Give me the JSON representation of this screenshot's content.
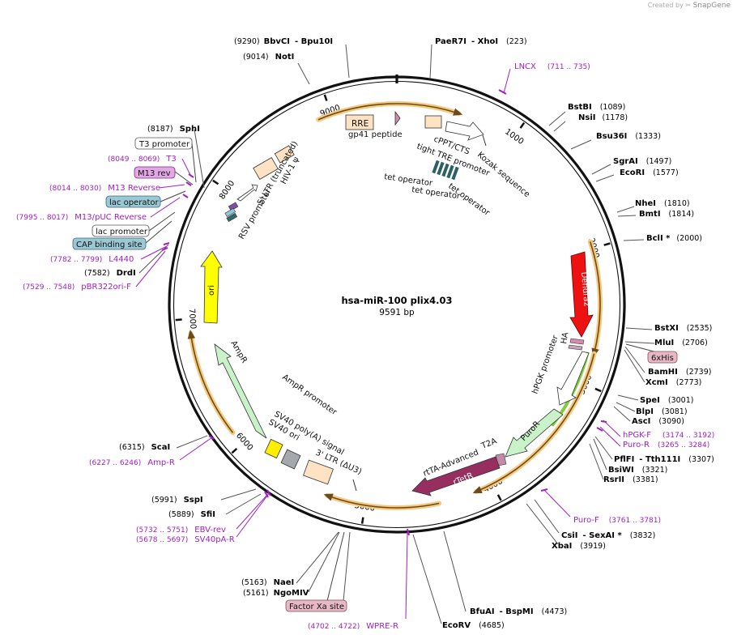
{
  "credit": {
    "prefix": "Created by",
    "brand": "SnapGene"
  },
  "plasmid": {
    "name": "hsa-miR-100 plix4.03",
    "size": "9591 bp"
  },
  "colors": {
    "backbone": "#111111",
    "enzyme": "#000000",
    "primer": "#a020c0",
    "orf_halo": "#f7c97d"
  },
  "ticks": [
    {
      "label": "1000",
      "deg": 35
    },
    {
      "label": "2000",
      "deg": 74
    },
    {
      "label": "3000",
      "deg": 113
    },
    {
      "label": "4000",
      "deg": 152
    },
    {
      "label": "5000",
      "deg": 189
    },
    {
      "label": "6000",
      "deg": 228
    },
    {
      "label": "7000",
      "deg": 266
    },
    {
      "label": "8000",
      "deg": 304
    },
    {
      "label": "9000",
      "deg": 341
    }
  ],
  "enzymes": [
    {
      "name": "BbvCI",
      "name2": "Bpu10I",
      "pos": "(9290)",
      "pre": true
    },
    {
      "name": "NotI",
      "pos": "(9014)",
      "pre": true
    },
    {
      "name": "PaeR7I",
      "name2": "XhoI",
      "pos": "(223)"
    },
    {
      "name": "BstBI",
      "pos": "(1089)"
    },
    {
      "name": "NsiI",
      "pos": "(1178)"
    },
    {
      "name": "Bsu36I",
      "pos": "(1333)"
    },
    {
      "name": "SgrAI",
      "pos": "(1497)"
    },
    {
      "name": "EcoRI",
      "pos": "(1577)"
    },
    {
      "name": "NheI",
      "pos": "(1810)"
    },
    {
      "name": "BmtI",
      "pos": "(1814)"
    },
    {
      "name": "BclI *",
      "pos": "(2000)"
    },
    {
      "name": "BstXI",
      "pos": "(2535)"
    },
    {
      "name": "MluI",
      "pos": "(2706)"
    },
    {
      "name": "BamHI",
      "pos": "(2739)"
    },
    {
      "name": "XcmI",
      "pos": "(2773)"
    },
    {
      "name": "SpeI",
      "pos": "(3001)"
    },
    {
      "name": "BlpI",
      "pos": "(3081)"
    },
    {
      "name": "AscI",
      "pos": "(3090)"
    },
    {
      "name": "PflFI",
      "name2": "Tth111I",
      "pos": "(3307)"
    },
    {
      "name": "BsiWI",
      "pos": "(3321)"
    },
    {
      "name": "RsrII",
      "pos": "(3381)"
    },
    {
      "name": "CsiI",
      "name2": "SexAI *",
      "pos": "(3832)"
    },
    {
      "name": "XbaI",
      "pos": "(3919)"
    },
    {
      "name": "BfuAI",
      "name2": "BspMI",
      "pos": "(4473)"
    },
    {
      "name": "EcoRV",
      "pos": "(4685)"
    },
    {
      "name": "NaeI",
      "pos": "(5163)",
      "pre": true
    },
    {
      "name": "NgoMIV",
      "pos": "(5161)",
      "pre": true
    },
    {
      "name": "SfiI",
      "pos": "(5889)",
      "pre": true
    },
    {
      "name": "SspI",
      "pos": "(5991)",
      "pre": true
    },
    {
      "name": "ScaI",
      "pos": "(6315)",
      "pre": true
    },
    {
      "name": "DrdI",
      "pos": "(7582)",
      "pre": true
    },
    {
      "name": "SphI",
      "pos": "(8187)",
      "pre": true
    }
  ],
  "primers": [
    {
      "name": "LNCX",
      "range": "(711 .. 735)"
    },
    {
      "name": "hPGK-F",
      "range": "(3174 .. 3192)"
    },
    {
      "name": "Puro-R",
      "range": "(3265 .. 3284)"
    },
    {
      "name": "Puro-F",
      "range": "(3761 .. 3781)"
    },
    {
      "name": "WPRE-R",
      "range": "(4702 .. 4722)",
      "pre": true
    },
    {
      "name": "EBV-rev",
      "range": "(5732 .. 5751)",
      "pre": true
    },
    {
      "name": "SV40pA-R",
      "range": "(5678 .. 5697)",
      "pre": true
    },
    {
      "name": "Amp-R",
      "range": "(6227 .. 6246)",
      "pre": true
    },
    {
      "name": "pBR322ori-F",
      "range": "(7529 .. 7548)",
      "pre": true
    },
    {
      "name": "L4440",
      "range": "(7782 .. 7799)",
      "pre": true
    },
    {
      "name": "M13/pUC Reverse",
      "range": "(7995 .. 8017)",
      "pre": true
    },
    {
      "name": "M13 Reverse",
      "range": "(8014 .. 8030)",
      "pre": true
    },
    {
      "name": "T3",
      "range": "(8049 .. 8069)",
      "pre": true
    }
  ],
  "boxed": [
    {
      "name": "T3 promoter"
    },
    {
      "name": "M13 rev"
    },
    {
      "name": "lac operator"
    },
    {
      "name": "lac promoter"
    },
    {
      "name": "CAP binding site"
    },
    {
      "name": "6xHis"
    },
    {
      "name": "Factor Xa site"
    }
  ],
  "features": [
    {
      "name": "RRE"
    },
    {
      "name": "gp41 peptide"
    },
    {
      "name": "cPPT/CTS"
    },
    {
      "name": "tight TRE promoter"
    },
    {
      "name": "Kozak sequence"
    },
    {
      "name": "tet operator"
    },
    {
      "name": "tet operator"
    },
    {
      "name": "tet operator"
    },
    {
      "name": "HIV-1 ψ"
    },
    {
      "name": "5' LTR (truncated)"
    },
    {
      "name": "RSV promoter"
    },
    {
      "name": "Dendra2"
    },
    {
      "name": "HA"
    },
    {
      "name": "hPGK promoter"
    },
    {
      "name": "PuroR"
    },
    {
      "name": "T2A"
    },
    {
      "name": "rtTA-Advanced"
    },
    {
      "name": "rTetR"
    },
    {
      "name": "AmpR promoter"
    },
    {
      "name": "SV40 poly(A) signal"
    },
    {
      "name": "SV40 ori"
    },
    {
      "name": "3' LTR (ΔU3)"
    },
    {
      "name": "AmpR"
    },
    {
      "name": "ori"
    }
  ]
}
